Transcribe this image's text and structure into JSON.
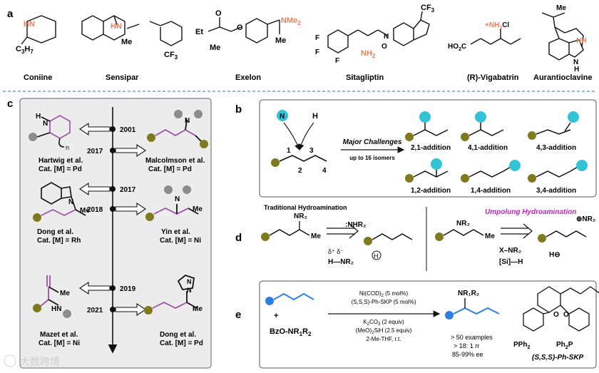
{
  "colors": {
    "olive": "#7f7a1e",
    "teal": "#33c3d6",
    "orange": "#e8815b",
    "purple": "#9b4fa6",
    "blue": "#2f7fe0",
    "magenta": "#c81ec8",
    "grey": "#8c8c8c",
    "dash": "#4a8fd0"
  },
  "panel_a": {
    "label": "a",
    "compounds": [
      {
        "name": "Coniine",
        "sub": "C",
        "sub2": "3",
        "sub3": "H",
        "sub4": "7"
      },
      {
        "name": "Sensipar",
        "me": "Me",
        "cf3": "CF",
        "cf3n": "3"
      },
      {
        "name": "Exelon",
        "et": "Et",
        "me": "Me",
        "nme2": "NMe",
        "nme2n": "2",
        "me2": "Me"
      },
      {
        "name": "Sitagliptin",
        "cf3": "CF",
        "cf3n": "3",
        "nh2": "NH",
        "nh2n": "2"
      },
      {
        "name": "(R)-Vigabatrin",
        "ho2c": "HO",
        "ho2cn": "2",
        "ho2cc": "C",
        "nh3": "NH",
        "nh3n": "3",
        "cl": "Cl"
      },
      {
        "name": "Aurantioclavine",
        "me": "Me",
        "nh": "H"
      }
    ]
  },
  "panel_b": {
    "label": "b",
    "challenge": "Major Challenges",
    "isomers": "up to 16 isomers",
    "n1": "1",
    "n2": "2",
    "n3": "3",
    "n4": "4",
    "products": [
      "2,1-addition",
      "4,1-addition",
      "4,3-addition",
      "1,2-addition",
      "1,4-addition",
      "3,4-addition"
    ],
    "h": "H",
    "n": "N"
  },
  "panel_c": {
    "label": "c",
    "years": [
      "2001",
      "2017",
      "2017",
      "2018",
      "2019",
      "2021"
    ],
    "entries": [
      {
        "author": "Hartwig et al.",
        "cat": "Cat. [M] = Pd"
      },
      {
        "author": "Malcolmson et al.",
        "cat": "Cat. [M] = Pd"
      },
      {
        "author": "Dong et al.",
        "cat": "Cat. [M] = Rh"
      },
      {
        "author": "Yin et al.",
        "cat": "Cat. [M] = Ni"
      },
      {
        "author": "Mazet et al.",
        "cat": "Cat. [M] = Ni"
      },
      {
        "author": "Dong et al.",
        "cat": "Cat. [M] = Pd"
      }
    ]
  },
  "panel_d": {
    "label": "d",
    "trad_title": "Traditional Hydroamination",
    "umpolung_title": "Umpolung Hydroamination"
  },
  "panel_e": {
    "label": "e",
    "cond1": "Ni(COD)",
    "cond2": "(S,S,S)-Ph-SKP (5 mol%)",
    "cond3": "K",
    "cond4": "(MeO)",
    "cond5": "2-Me-THF, r.t.",
    "reagent": "BzO-NR",
    "plus": "+",
    "stats": [
      "> 50 examples",
      "> 18: 1 rr",
      "85-99% ee"
    ],
    "ligand": "(S,S,S)-Ph-SKP",
    "pph2": "PPh",
    "ph2p": "Ph"
  },
  "watermark": "大数跨境"
}
